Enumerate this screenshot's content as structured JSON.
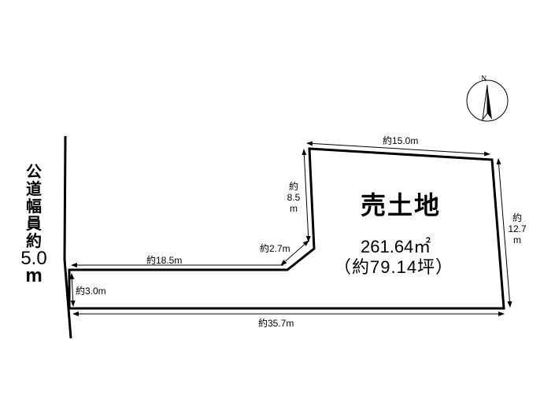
{
  "title": "売土地",
  "area_m2": "261.64㎡",
  "area_tsubo": "（約79.14坪）",
  "road": {
    "chars": [
      "公",
      "道",
      "幅",
      "員",
      "約"
    ],
    "width_value": "5.0",
    "unit": "m"
  },
  "dimensions": {
    "top": "約15.0m",
    "right": [
      "約",
      "12.7",
      "m"
    ],
    "left_upper": [
      "約",
      "8.5",
      "m"
    ],
    "diagonal": "約2.7m",
    "flag_pole_length": "約18.5m",
    "flag_pole_width": "約3.0m",
    "bottom": "約35.7m"
  },
  "compass": {
    "label": "N"
  }
}
